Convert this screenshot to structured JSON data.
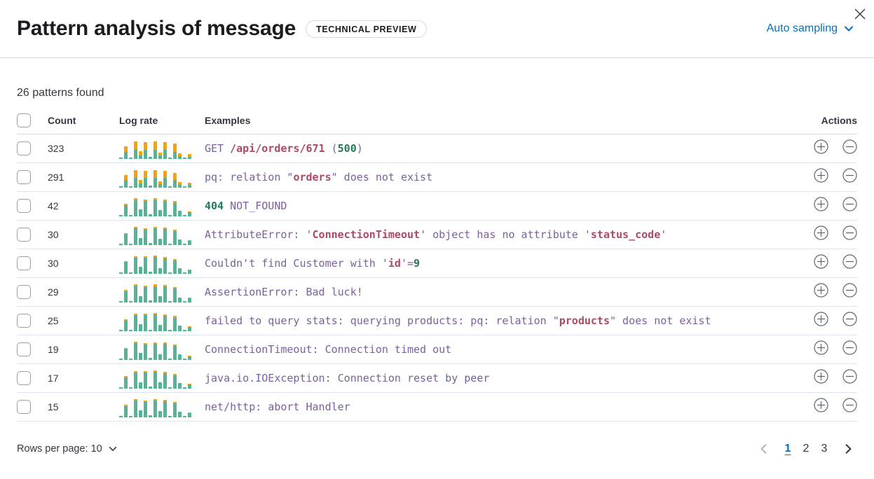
{
  "header": {
    "title": "Pattern analysis of message",
    "badge": "TECHNICAL PREVIEW",
    "sampling": "Auto sampling"
  },
  "summary": {
    "patterns_found": "26 patterns found"
  },
  "table": {
    "columns": {
      "count": "Count",
      "log_rate": "Log rate",
      "examples": "Examples",
      "actions": "Actions"
    },
    "rows": [
      {
        "count": "323",
        "bars": [
          [
            2,
            0
          ],
          [
            10,
            8
          ],
          [
            2,
            0
          ],
          [
            13,
            12
          ],
          [
            5,
            6
          ],
          [
            13,
            11
          ],
          [
            3,
            0
          ],
          [
            13,
            12
          ],
          [
            5,
            4
          ],
          [
            13,
            11
          ],
          [
            2,
            0
          ],
          [
            10,
            12
          ],
          [
            4,
            4
          ],
          [
            2,
            0
          ],
          [
            3,
            4
          ]
        ],
        "example": [
          [
            "GET ",
            "purple"
          ],
          [
            "/api/orders/671",
            "red"
          ],
          [
            " (",
            "purple"
          ],
          [
            "500",
            "green"
          ],
          [
            ")",
            "purple"
          ]
        ]
      },
      {
        "count": "291",
        "bars": [
          [
            2,
            0
          ],
          [
            11,
            7
          ],
          [
            2,
            0
          ],
          [
            14,
            11
          ],
          [
            6,
            5
          ],
          [
            14,
            10
          ],
          [
            3,
            0
          ],
          [
            14,
            11
          ],
          [
            5,
            4
          ],
          [
            14,
            10
          ],
          [
            2,
            0
          ],
          [
            11,
            10
          ],
          [
            4,
            4
          ],
          [
            2,
            0
          ],
          [
            4,
            3
          ]
        ],
        "example": [
          [
            "pq: relation \"",
            "purple"
          ],
          [
            "orders",
            "red"
          ],
          [
            "\" does not exist",
            "purple"
          ]
        ]
      },
      {
        "count": "42",
        "bars": [
          [
            2,
            0
          ],
          [
            16,
            2
          ],
          [
            2,
            0
          ],
          [
            23,
            3
          ],
          [
            10,
            0
          ],
          [
            22,
            2
          ],
          [
            3,
            0
          ],
          [
            23,
            3
          ],
          [
            9,
            0
          ],
          [
            22,
            2
          ],
          [
            2,
            0
          ],
          [
            19,
            3
          ],
          [
            8,
            0
          ],
          [
            2,
            0
          ],
          [
            6,
            1
          ]
        ],
        "example": [
          [
            "404",
            "green"
          ],
          [
            " NOT_FOUND",
            "purple"
          ]
        ]
      },
      {
        "count": "30",
        "bars": [
          [
            2,
            0
          ],
          [
            16,
            1
          ],
          [
            2,
            0
          ],
          [
            24,
            2
          ],
          [
            10,
            0
          ],
          [
            22,
            2
          ],
          [
            3,
            0
          ],
          [
            24,
            2
          ],
          [
            9,
            0
          ],
          [
            23,
            2
          ],
          [
            2,
            0
          ],
          [
            20,
            2
          ],
          [
            8,
            0
          ],
          [
            2,
            0
          ],
          [
            6,
            1
          ]
        ],
        "example": [
          [
            "AttributeError: '",
            "purple"
          ],
          [
            "ConnectionTimeout",
            "red"
          ],
          [
            "' object has no attribute '",
            "purple"
          ],
          [
            "status_code",
            "red"
          ],
          [
            "'",
            "purple"
          ]
        ]
      },
      {
        "count": "30",
        "bars": [
          [
            2,
            0
          ],
          [
            17,
            1
          ],
          [
            2,
            0
          ],
          [
            23,
            2
          ],
          [
            10,
            0
          ],
          [
            23,
            2
          ],
          [
            3,
            0
          ],
          [
            24,
            2
          ],
          [
            8,
            0
          ],
          [
            22,
            2
          ],
          [
            2,
            0
          ],
          [
            19,
            2
          ],
          [
            8,
            0
          ],
          [
            2,
            0
          ],
          [
            5,
            1
          ]
        ],
        "example": [
          [
            "Couldn't find Customer with '",
            "purple"
          ],
          [
            "id",
            "red"
          ],
          [
            "'=",
            "purple"
          ],
          [
            "9",
            "green"
          ]
        ]
      },
      {
        "count": "29",
        "bars": [
          [
            2,
            0
          ],
          [
            16,
            2
          ],
          [
            2,
            0
          ],
          [
            24,
            2
          ],
          [
            9,
            0
          ],
          [
            22,
            2
          ],
          [
            3,
            0
          ],
          [
            23,
            3
          ],
          [
            9,
            0
          ],
          [
            23,
            2
          ],
          [
            2,
            0
          ],
          [
            20,
            2
          ],
          [
            7,
            0
          ],
          [
            2,
            0
          ],
          [
            6,
            1
          ]
        ],
        "example": [
          [
            "AssertionError: Bad luck!",
            "purple"
          ]
        ]
      },
      {
        "count": "25",
        "bars": [
          [
            2,
            0
          ],
          [
            15,
            2
          ],
          [
            2,
            0
          ],
          [
            23,
            2
          ],
          [
            10,
            0
          ],
          [
            23,
            2
          ],
          [
            2,
            0
          ],
          [
            24,
            2
          ],
          [
            9,
            0
          ],
          [
            22,
            2
          ],
          [
            2,
            0
          ],
          [
            19,
            3
          ],
          [
            8,
            0
          ],
          [
            2,
            0
          ],
          [
            6,
            1
          ]
        ],
        "example": [
          [
            "failed to query stats: querying products: pq: relation \"",
            "purple"
          ],
          [
            "products",
            "red"
          ],
          [
            "\" does not exist",
            "purple"
          ]
        ]
      },
      {
        "count": "19",
        "bars": [
          [
            2,
            0
          ],
          [
            16,
            1
          ],
          [
            2,
            0
          ],
          [
            24,
            2
          ],
          [
            10,
            0
          ],
          [
            22,
            2
          ],
          [
            3,
            0
          ],
          [
            23,
            2
          ],
          [
            8,
            0
          ],
          [
            23,
            2
          ],
          [
            2,
            0
          ],
          [
            20,
            2
          ],
          [
            8,
            0
          ],
          [
            2,
            0
          ],
          [
            5,
            1
          ]
        ],
        "example": [
          [
            "ConnectionTimeout: Connection timed out",
            "purple"
          ]
        ]
      },
      {
        "count": "17",
        "bars": [
          [
            2,
            0
          ],
          [
            16,
            2
          ],
          [
            2,
            0
          ],
          [
            23,
            2
          ],
          [
            9,
            0
          ],
          [
            23,
            2
          ],
          [
            3,
            0
          ],
          [
            24,
            2
          ],
          [
            9,
            0
          ],
          [
            22,
            2
          ],
          [
            2,
            0
          ],
          [
            19,
            2
          ],
          [
            8,
            0
          ],
          [
            2,
            0
          ],
          [
            6,
            1
          ]
        ],
        "example": [
          [
            "java.io.IOException: Connection reset by peer",
            "purple"
          ]
        ]
      },
      {
        "count": "15",
        "bars": [
          [
            2,
            0
          ],
          [
            16,
            2
          ],
          [
            2,
            0
          ],
          [
            24,
            2
          ],
          [
            10,
            0
          ],
          [
            22,
            2
          ],
          [
            3,
            0
          ],
          [
            24,
            2
          ],
          [
            9,
            0
          ],
          [
            23,
            2
          ],
          [
            2,
            0
          ],
          [
            20,
            2
          ],
          [
            8,
            0
          ],
          [
            2,
            0
          ],
          [
            6,
            1
          ]
        ],
        "example": [
          [
            "net/http: abort Handler",
            "purple"
          ]
        ]
      }
    ]
  },
  "footer": {
    "rows_per_page": "Rows per page: 10",
    "pagination": {
      "pages": [
        "1",
        "2",
        "3"
      ],
      "active": "1"
    }
  },
  "colors": {
    "accent": "#0071c2",
    "bar_green": "#54b399",
    "bar_orange": "#f9a302",
    "code_purple": "#7c609e",
    "code_red": "#ac4a63",
    "code_green": "#22795e"
  }
}
